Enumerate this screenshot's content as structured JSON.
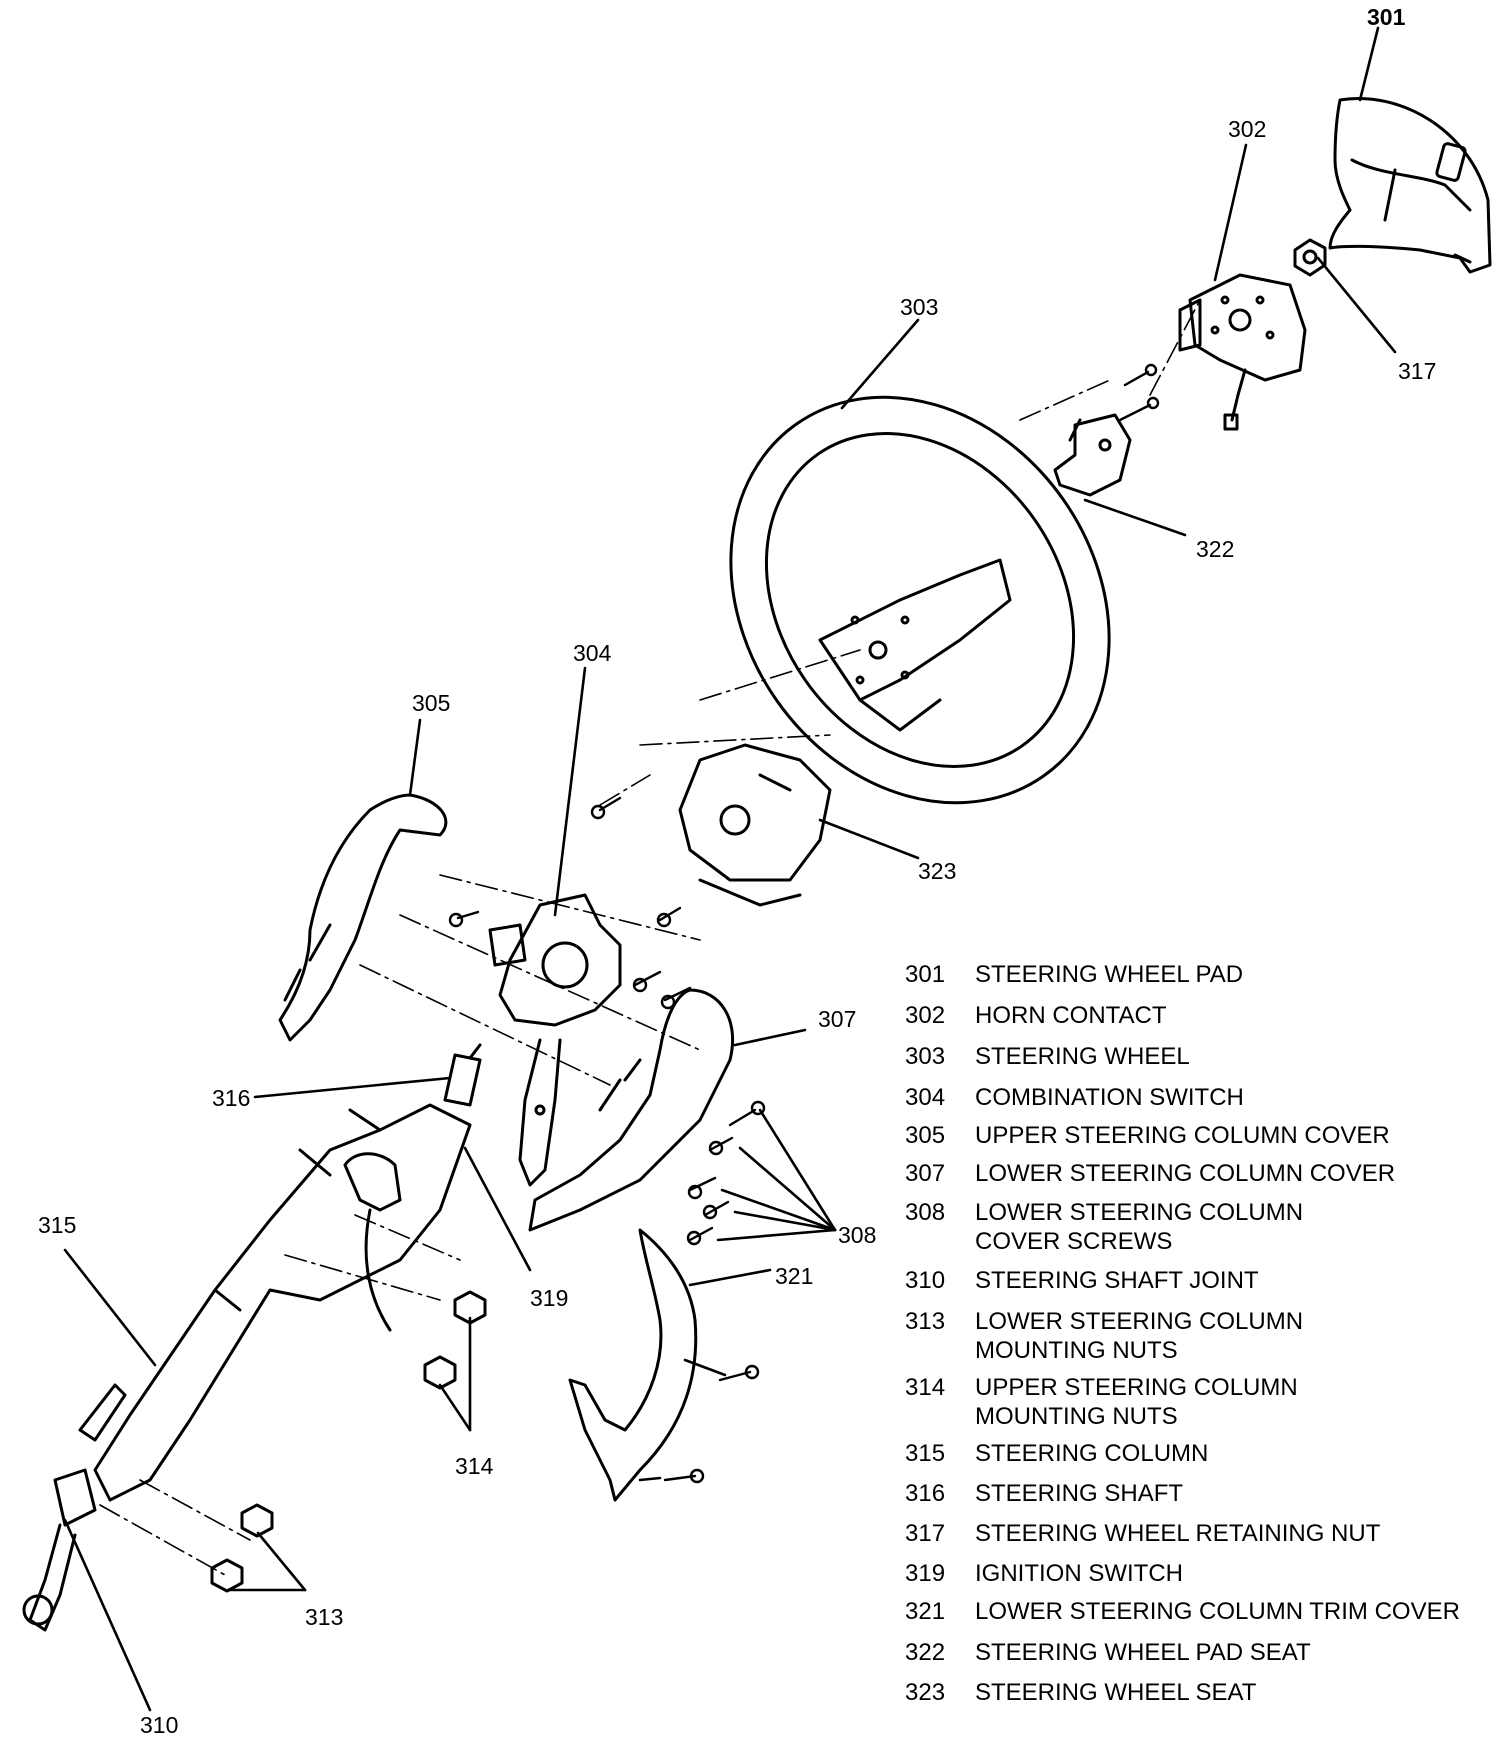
{
  "callouts": [
    {
      "id": "301",
      "text": "301"
    },
    {
      "id": "302",
      "text": "302"
    },
    {
      "id": "303",
      "text": "303"
    },
    {
      "id": "304",
      "text": "304"
    },
    {
      "id": "305",
      "text": "305"
    },
    {
      "id": "307",
      "text": "307"
    },
    {
      "id": "308",
      "text": "308"
    },
    {
      "id": "310",
      "text": "310"
    },
    {
      "id": "313",
      "text": "313"
    },
    {
      "id": "314",
      "text": "314"
    },
    {
      "id": "315",
      "text": "315"
    },
    {
      "id": "316",
      "text": "316"
    },
    {
      "id": "317",
      "text": "317"
    },
    {
      "id": "319",
      "text": "319"
    },
    {
      "id": "321",
      "text": "321"
    },
    {
      "id": "322",
      "text": "322"
    },
    {
      "id": "323",
      "text": "323"
    }
  ],
  "legend": [
    {
      "number": "301",
      "description": "STEERING WHEEL PAD"
    },
    {
      "number": "302",
      "description": "HORN CONTACT"
    },
    {
      "number": "303",
      "description": "STEERING WHEEL"
    },
    {
      "number": "304",
      "description": "COMBINATION SWITCH"
    },
    {
      "number": "305",
      "description": "UPPER STEERING COLUMN COVER"
    },
    {
      "number": "307",
      "description": "LOWER STEERING COLUMN COVER"
    },
    {
      "number": "308",
      "description": "LOWER STEERING COLUMN\nCOVER SCREWS"
    },
    {
      "number": "310",
      "description": "STEERING SHAFT JOINT"
    },
    {
      "number": "313",
      "description": "LOWER STEERING COLUMN\nMOUNTING NUTS"
    },
    {
      "number": "314",
      "description": "UPPER STEERING COLUMN\nMOUNTING NUTS"
    },
    {
      "number": "315",
      "description": "STEERING COLUMN"
    },
    {
      "number": "316",
      "description": "STEERING SHAFT"
    },
    {
      "number": "317",
      "description": "STEERING WHEEL RETAINING NUT"
    },
    {
      "number": "319",
      "description": "IGNITION SWITCH"
    },
    {
      "number": "321",
      "description": "LOWER STEERING COLUMN TRIM COVER"
    },
    {
      "number": "322",
      "description": "STEERING WHEEL PAD SEAT"
    },
    {
      "number": "323",
      "description": "STEERING WHEEL SEAT"
    }
  ]
}
